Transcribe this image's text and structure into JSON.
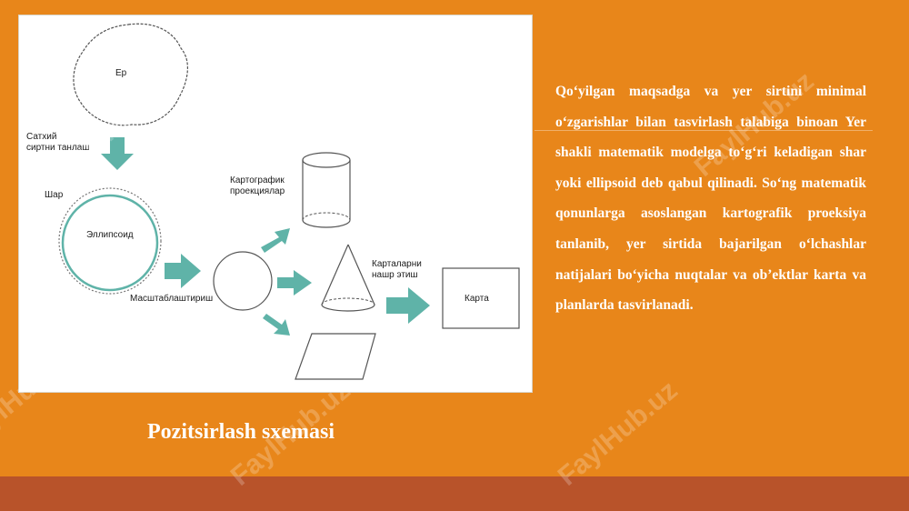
{
  "diagram": {
    "labels": {
      "earth": "Ер",
      "select_surface_line1": "Сатхий",
      "select_surface_line2": "сиртни танлаш",
      "sphere": "Шар",
      "ellipsoid": "Эллипсоид",
      "scaling": "Масштаблаштириш",
      "projections_line1": "Картографик",
      "projections_line2": "проекциялар",
      "publishing_line1": "Карталарни",
      "publishing_line2": "нашр этиш",
      "map": "Карта"
    },
    "colors": {
      "arrow": "#5fb3a8",
      "line": "#555555"
    }
  },
  "caption": "Pozitsirlash sxemasi",
  "description": "Qo‘yilgan maqsadga va yer sirtini minimal o‘zgarishlar bilan tasvirlash talabiga binoan Yer shakli matematik modelga to‘g‘ri keladigan shar yoki ellipsoid deb qabul qilinadi. So‘ng matematik qonunlarga asoslangan kartografik proeksiya tanlanib, yer sirtida bajarilgan o‘lchashlar natijalari bo‘yicha nuqtalar va ob’ektlar karta va planlarda tasvirlanadi.",
  "watermark": "FaylHub.uz",
  "colors": {
    "background": "#e8861a",
    "band": "#b8532a",
    "text": "#ffffff"
  }
}
